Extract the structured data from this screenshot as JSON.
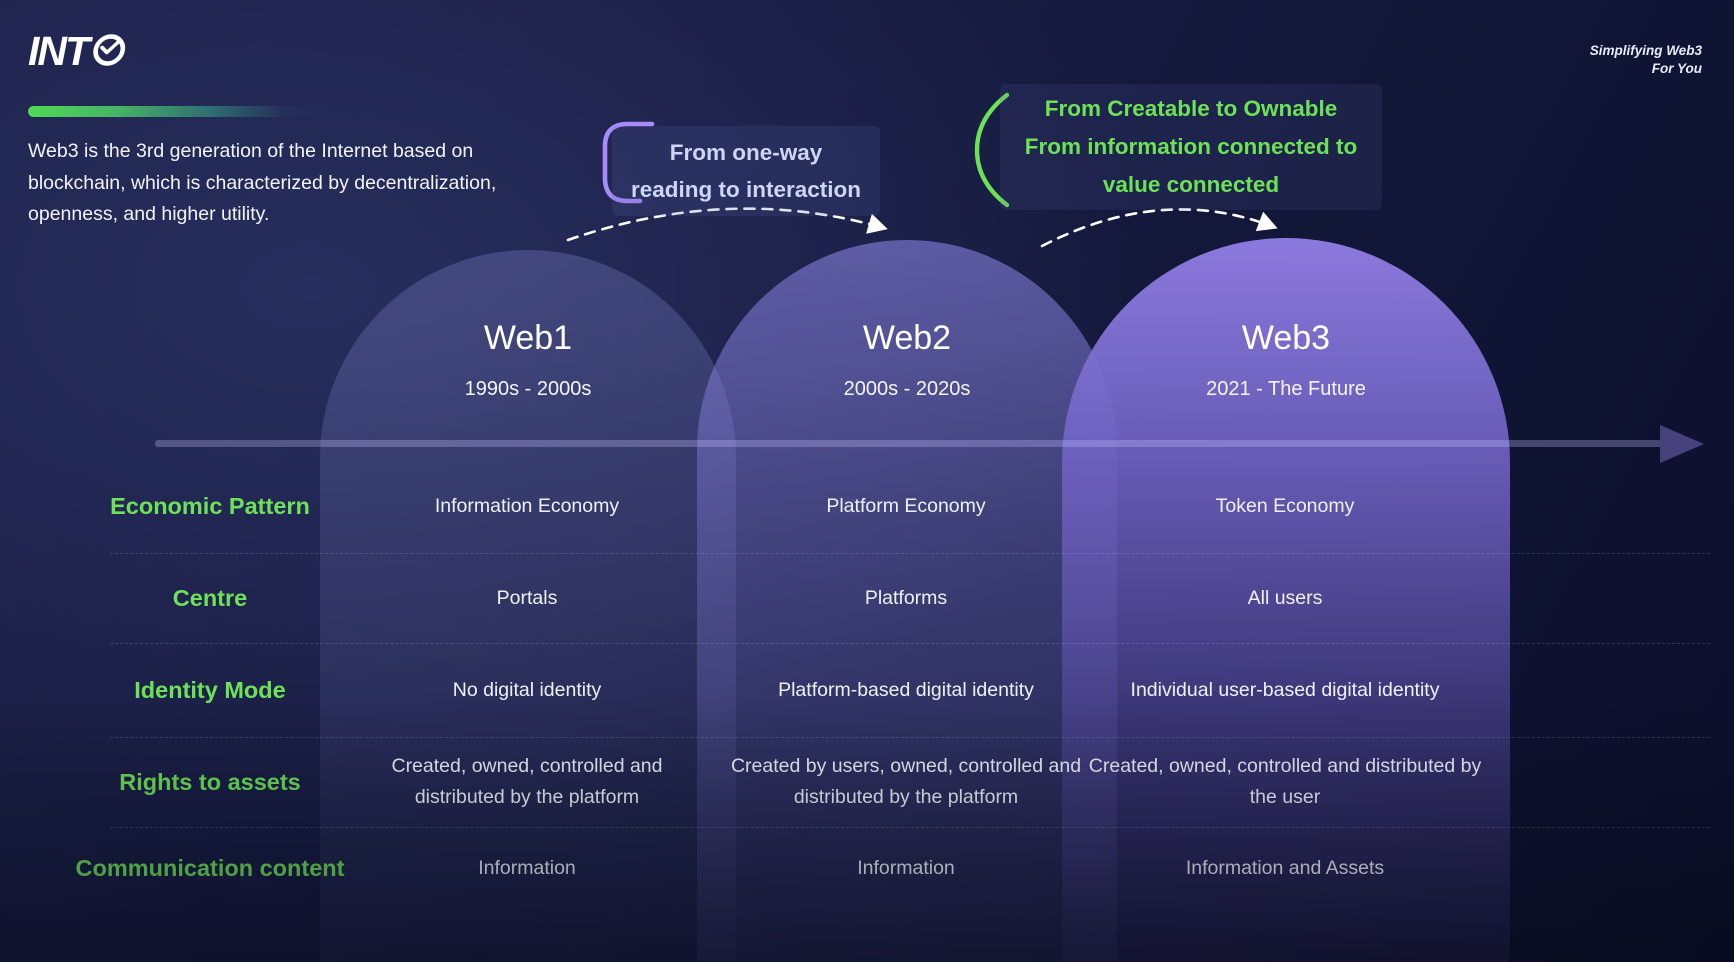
{
  "brand": {
    "logo_text": "INT",
    "logo_icon": "clock-in-o",
    "tagline_line1": "Simplifying Web3",
    "tagline_line2": "For You"
  },
  "intro": {
    "text": "Web3 is the 3rd generation of the Internet based on blockchain, which is characterized by decentralization, openness, and higher utility."
  },
  "callouts": {
    "one_way": {
      "line1": "From one-way",
      "line2": "reading to interaction"
    },
    "ownable": {
      "line1": "From Creatable to Ownable",
      "line2": "From information connected to",
      "line3": "value connected"
    }
  },
  "columns": [
    {
      "title": "Web1",
      "period": "1990s - 2000s"
    },
    {
      "title": "Web2",
      "period": "2000s - 2020s"
    },
    {
      "title": "Web3",
      "period": "2021 - The Future"
    }
  ],
  "table": {
    "rows": [
      {
        "label": "Economic Pattern",
        "web1": "Information Economy",
        "web2": "Platform Economy",
        "web3": "Token Economy"
      },
      {
        "label": "Centre",
        "web1": "Portals",
        "web2": "Platforms",
        "web3": "All users"
      },
      {
        "label": "Identity Mode",
        "web1": "No digital identity",
        "web2": "Platform-based digital identity",
        "web3": "Individual user-based digital identity"
      },
      {
        "label": "Rights to assets",
        "web1": "Created, owned, controlled and distributed by the platform",
        "web2": "Created by users, owned, controlled and distributed by the platform",
        "web3": "Created, owned, controlled and distributed by the user"
      },
      {
        "label": "Communication content",
        "web1": "Information",
        "web2": "Information",
        "web3": "Information and Assets"
      }
    ]
  },
  "colors": {
    "accent_green": "#6ee256",
    "bracket_purple": "#a78bfa",
    "dome_web3_top": "#8b7ade",
    "background_navy": "#151a3e",
    "text_light": "#f2f4fb",
    "bubble_text_blue": "#ccd7f7"
  }
}
